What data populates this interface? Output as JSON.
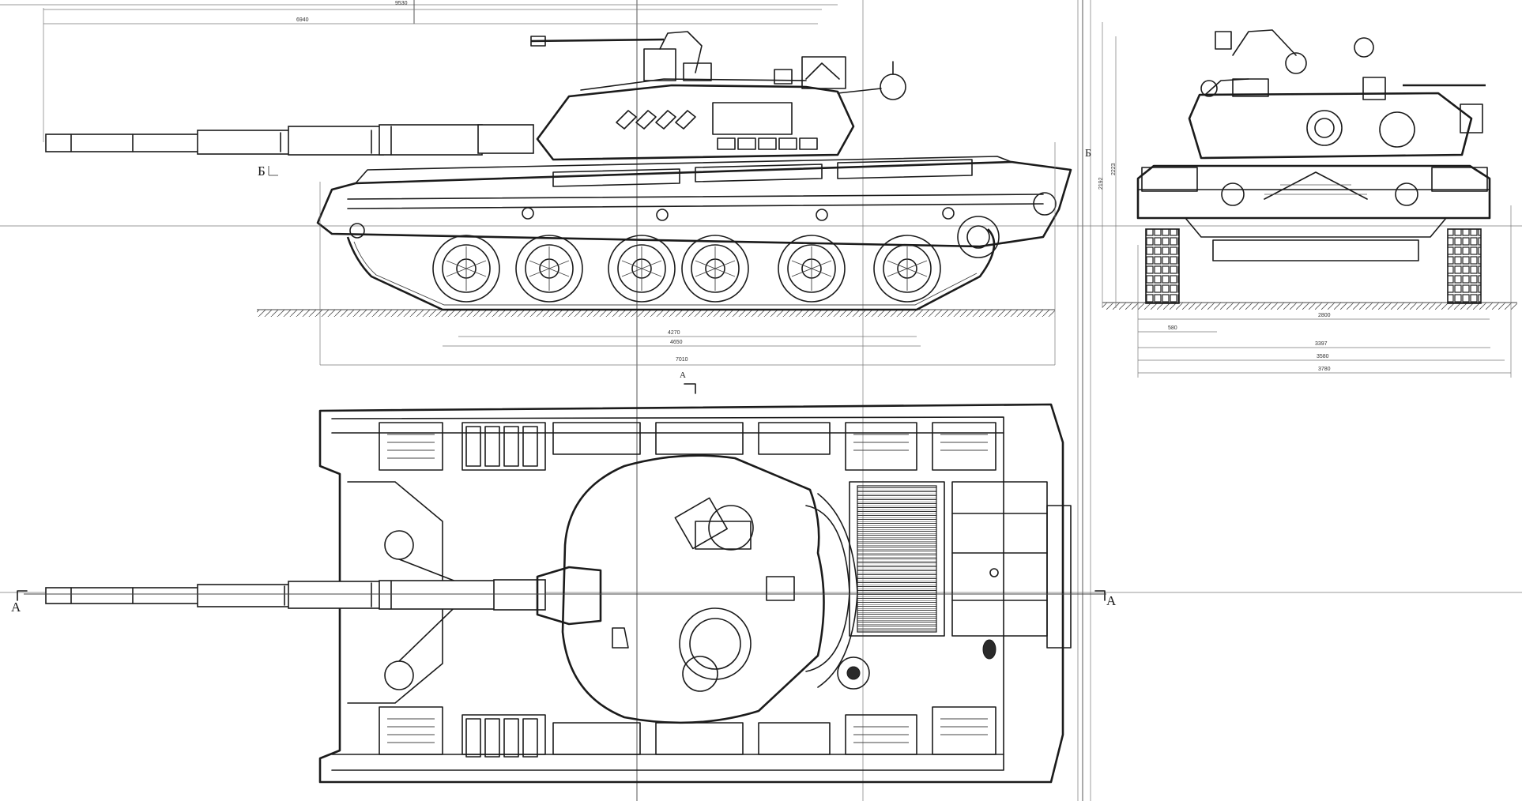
{
  "section_marks": {
    "a_left": "A",
    "a_right": "A",
    "a_top": "A",
    "b_side": "Б",
    "b_front": "Б"
  },
  "dimensions": {
    "top_overall": "9530",
    "top_turret": "6940",
    "side_wheelbase": "4270",
    "side_track_contact": "4650",
    "side_hull_length": "7010",
    "front_height_roof": "2192",
    "front_height_top": "2223",
    "front_track_width": "580",
    "front_gauge": "2800",
    "front_width_1": "3397",
    "front_width_2": "3580",
    "front_width_3": "3780"
  }
}
